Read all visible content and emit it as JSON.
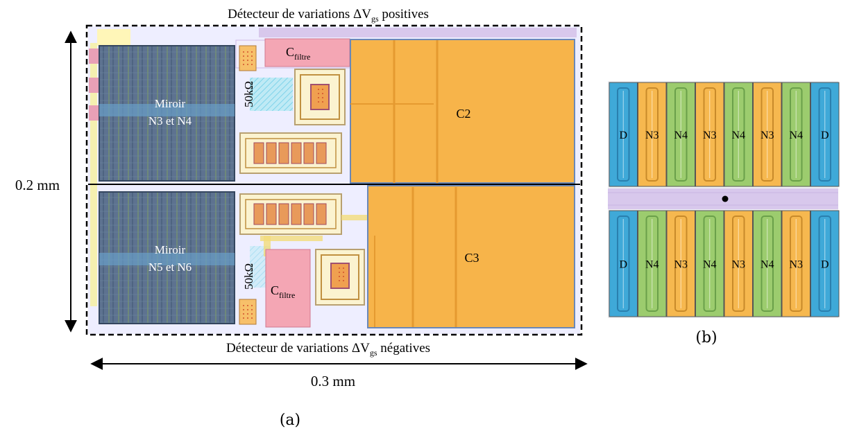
{
  "figure": {
    "top_caption": {
      "prefix": "Détecteur de variations ΔV",
      "sub": "gs",
      "suffix": " positives"
    },
    "bottom_caption": {
      "prefix": "Détecteur de variations ΔV",
      "sub": "gs",
      "suffix": " négatives"
    },
    "dim_height": "0.2 mm",
    "dim_width": "0.3 mm",
    "label_a": "(a)",
    "label_b": "(b)"
  },
  "layout_a": {
    "mirror_top": [
      "Miroir",
      "N3 et N4"
    ],
    "mirror_bottom": [
      "Miroir",
      "N5 et N6"
    ],
    "resistor_top": "50kΩ",
    "resistor_bottom": "50kΩ",
    "cfiltre_top": {
      "main": "C",
      "sub": "filtre"
    },
    "cfiltre_bottom": {
      "main": "C",
      "sub": "filtre"
    },
    "cap_top": "C2",
    "cap_bottom": "C3"
  },
  "layout_b": {
    "top_row": [
      "D",
      "N3",
      "N4",
      "N3",
      "N4",
      "N3",
      "N4",
      "D"
    ],
    "bottom_row": [
      "D",
      "N4",
      "N3",
      "N4",
      "N3",
      "N4",
      "N3",
      "D"
    ]
  },
  "colors": {
    "cap_orange": "#f7b44a",
    "mirror_blue": "#5a6f8a",
    "cfiltre_pink": "#f4a6b4",
    "dummy_blue": "#3fa9d8",
    "n3_orange": "#f6b84f",
    "n4_green": "#9ccc6e",
    "strip_lavender": "#d8c8ec"
  }
}
